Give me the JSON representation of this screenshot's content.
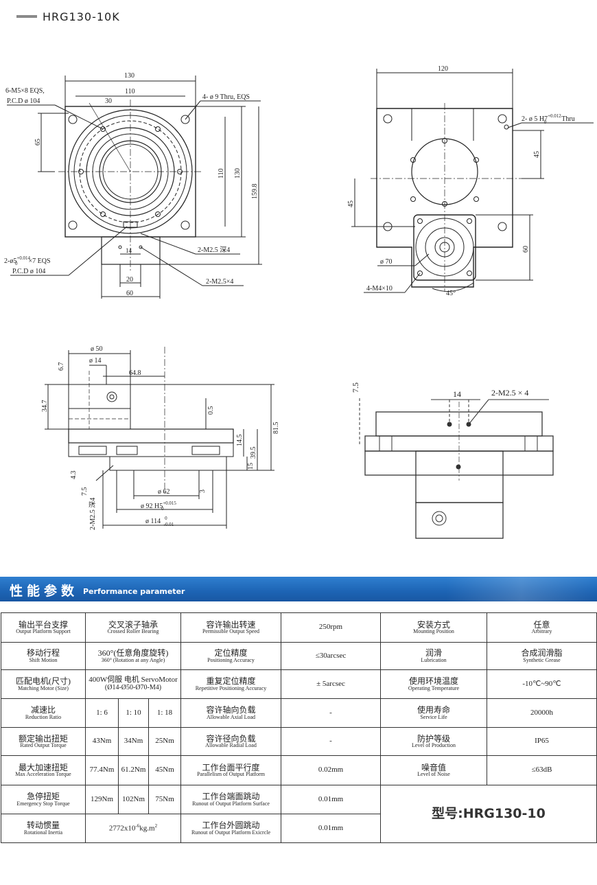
{
  "header": {
    "title": "HRG130-10K"
  },
  "drawing_labels": {
    "front": {
      "d130": "130",
      "d110": "110",
      "d30": "30",
      "note_holes1": "6-M5×8 EQS,",
      "note_pcd1": "P.C.D ø 104",
      "note_thru": "4- ø 9 Thru, EQS",
      "d65": "65",
      "dv110": "110",
      "dv130": "130",
      "dv159": "159.8",
      "d14": "14",
      "d20": "20",
      "d60": "60",
      "note_pin": "2-ø5",
      "note_pin_tol": "+0.014",
      "note_pin_tol0": "0",
      "note_pin2": "×7 EQS",
      "note_pcd2": "P.C.D ø 104",
      "note_m25deep": "2-M2.5 深4",
      "note_m25x4": "2-M2.5×4"
    },
    "back": {
      "d120": "120",
      "note_h7": "2- ø 5 H7",
      "note_h7_tol": "+0.012",
      "note_h7_tol0": "0",
      "note_thru": "Thru",
      "d45a": "45",
      "d45b": "45",
      "d60": "60",
      "d70": "ø 70",
      "note_m4": "4-M4×10",
      "ang45": "45°"
    },
    "side": {
      "d50": "ø 50",
      "d14": "ø 14",
      "d6_7": "6.7",
      "d64_8": "64.8",
      "d34_7": "34.7",
      "d0_5": "0.5",
      "d81_5": "81.5",
      "d14_5": "14.5",
      "d39_5": "39.5",
      "d15": "15",
      "d4_3": "4.3",
      "d7_5": "7.5",
      "note_m25": "2-M2.5 深4",
      "d3": "3",
      "d62": "ø 62",
      "d92": "ø 92 H5",
      "d92_tol": "+0.015",
      "d92_tol0": "0",
      "d114": "ø 114",
      "d114_tol": "0",
      "d114_tol2": "-0.01"
    },
    "detail": {
      "d7_5": "7.5",
      "d14": "14",
      "note": "2-M2.5 × 4"
    }
  },
  "banner": {
    "zh": "性能参数",
    "en": "Performance parameter"
  },
  "table": {
    "r1": {
      "c1zh": "输出平台支撑",
      "c1en": "Output Platform Support",
      "c2zh": "交叉滚子轴承",
      "c2en": "Crossed Roller Bearing",
      "c3zh": "容许输出转速",
      "c3en": "Permissible Output Speed",
      "c4": "250rpm",
      "c5zh": "安装方式",
      "c5en": "Mounting Position",
      "c6zh": "任意",
      "c6en": "Arbitrary"
    },
    "r2": {
      "c1zh": "移动行程",
      "c1en": "Shift Motion",
      "c2zh": "360°(任意角度旋转)",
      "c2en": "360°  (Rotation at any Angle)",
      "c3zh": "定位精度",
      "c3en": "Positioning Accuracy",
      "c4": "≤30arcsec",
      "c5zh": "润滑",
      "c5en": "Lubrication",
      "c6zh": "合成润滑脂",
      "c6en": "Synthetic Grease"
    },
    "r3": {
      "c1zh": "匹配电机(尺寸)",
      "c1en": "Matching Motor (Size)",
      "c2zh": "400W伺服 电机 ServoMotor",
      "c2en": "(Ø14-Ø50-Ø70-M4)",
      "c3zh": "重复定位精度",
      "c3en": "Repetitive Positioning Accuracy",
      "c4": "± 5arcsec",
      "c5zh": "使用环境温度",
      "c5en": "Operating Temperature",
      "c6": "-10℃~90℃"
    },
    "r4": {
      "c1zh": "减速比",
      "c1en": "Reduction Ratio",
      "v1": "1: 6",
      "v2": "1: 10",
      "v3": "1: 18",
      "c3zh": "容许轴向负载",
      "c3en": "Allowable Axial Load",
      "c4": "-",
      "c5zh": "使用寿命",
      "c5en": "Service Life",
      "c6": "20000h"
    },
    "r5": {
      "c1zh": "额定输出扭矩",
      "c1en": "Rated Output Torque",
      "v1": "43Nm",
      "v2": "34Nm",
      "v3": "25Nm",
      "c3zh": "容许径向负载",
      "c3en": "Allowable Radial Load",
      "c4": "-",
      "c5zh": "防护等级",
      "c5en": "Level of Production",
      "c6": "IP65"
    },
    "r6": {
      "c1zh": "最大加速扭矩",
      "c1en": "Max Acceleration Torque",
      "v1": "77.4Nm",
      "v2": "61.2Nm",
      "v3": "45Nm",
      "c3zh": "工作台面平行度",
      "c3en": "Parallelism of Output Platform",
      "c4": "0.02mm",
      "c5zh": "噪音值",
      "c5en": "Level of Noise",
      "c6": "≤63dB"
    },
    "r7": {
      "c1zh": "急停扭矩",
      "c1en": "Emergency Stop Torque",
      "v1": "129Nm",
      "v2": "102Nm",
      "v3": "75Nm",
      "c3zh": "工作台端面跳动",
      "c3en": "Runout of Output Platform Surface",
      "c4": "0.01mm",
      "model": "型号:HRG130-10"
    },
    "r8": {
      "c1zh": "转动惯量",
      "c1en": "Rotational Inertia",
      "c2": "2772x10",
      "c2exp": "-6",
      "c2unit": "kg.m",
      "c2sq": "2",
      "c3zh": "工作台外圆跳动",
      "c3en": "Runout of Output Platform Exicrcle",
      "c4": "0.01mm"
    }
  }
}
